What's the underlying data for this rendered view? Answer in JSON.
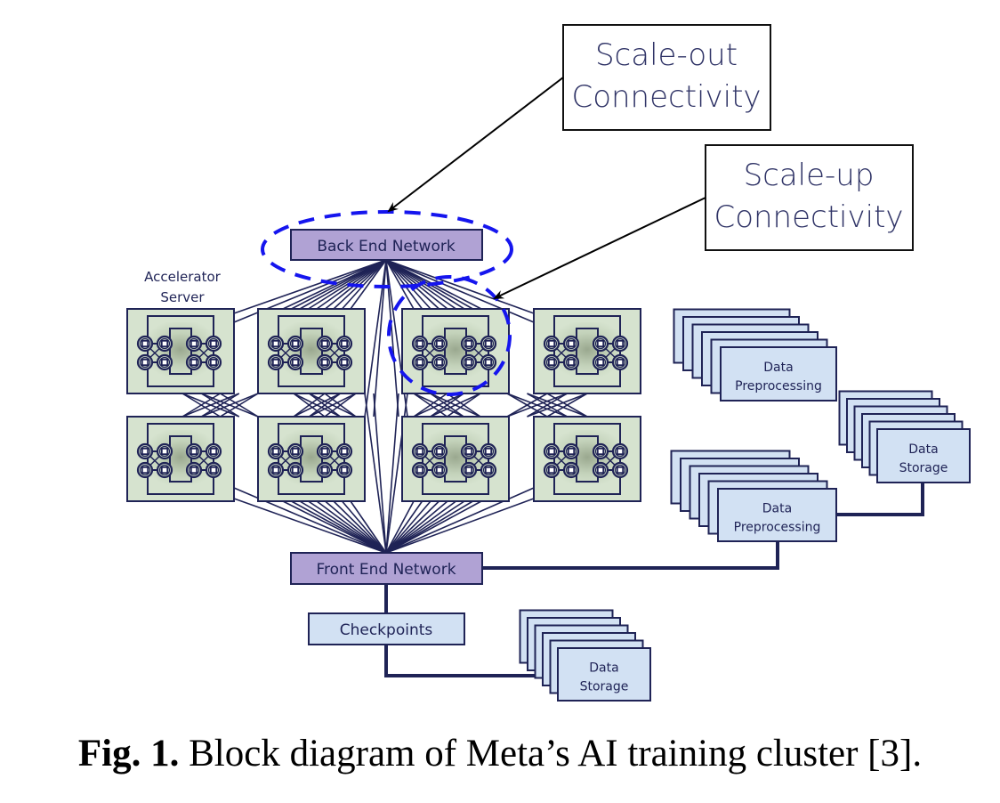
{
  "figure": {
    "caption_label": "Fig. 1.",
    "caption_text": " Block diagram of Meta’s AI training cluster [3]."
  },
  "callouts": {
    "scale_out": {
      "line1": "Scale-out",
      "line2": "Connectivity"
    },
    "scale_up": {
      "line1": "Scale-up",
      "line2": "Connectivity"
    }
  },
  "nodes": {
    "back_end_network": "Back End Network",
    "front_end_network": "Front End Network",
    "checkpoints": "Checkpoints",
    "accelerator_server": {
      "line1": "Accelerator",
      "line2": "Server"
    },
    "data_preprocessing_top": {
      "line1": "Data",
      "line2": "Preprocessing"
    },
    "data_preprocessing_bottom": {
      "line1": "Data",
      "line2": "Preprocessing"
    },
    "data_storage_right": {
      "line1": "Data",
      "line2": "Storage"
    },
    "data_storage_bottom": {
      "line1": "Data",
      "line2": "Storage"
    }
  },
  "structure": {
    "server_rows": 2,
    "server_cols": 4,
    "accelerators_per_server": 8,
    "stack_depth": 6
  },
  "colors": {
    "network_fill": "#b0a2d4",
    "server_fill": "#d6e3cf",
    "storage_fill": "#d2e1f3",
    "line": "#1f2356",
    "highlight": "#1515ee"
  }
}
